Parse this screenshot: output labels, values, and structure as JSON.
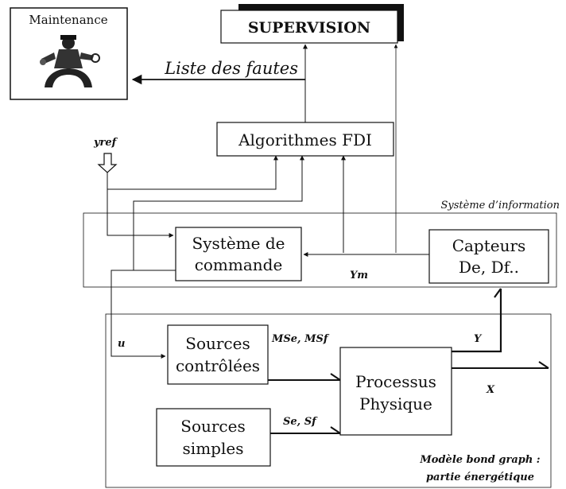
{
  "maintenance": {
    "label": "Maintenance"
  },
  "supervision": {
    "label": "SUPERVISION"
  },
  "fault_list": {
    "label": "Liste des fautes"
  },
  "fdi": {
    "label": "Algorithmes FDI"
  },
  "yref": {
    "label": "yref"
  },
  "info_system": {
    "label": "Système d’information"
  },
  "control_system": {
    "line1": "Système de",
    "line2": "commande"
  },
  "sensors": {
    "line1": "Capteurs",
    "line2": "De, Df.."
  },
  "ym": {
    "label": "Ym"
  },
  "y_signal": {
    "label": "Y"
  },
  "u_signal": {
    "label": "u"
  },
  "controlled_sources": {
    "line1": "Sources",
    "line2": "contrôlées"
  },
  "mse_msf": {
    "label": "MSe, MSf"
  },
  "process": {
    "line1": "Processus",
    "line2": "Physique"
  },
  "x_signal": {
    "label": "X"
  },
  "simple_sources": {
    "line1": "Sources",
    "line2": "simples"
  },
  "se_sf": {
    "label": "Se, Sf"
  },
  "bond_graph": {
    "line1": "Modèle bond graph :",
    "line2": "partie énergétique"
  }
}
